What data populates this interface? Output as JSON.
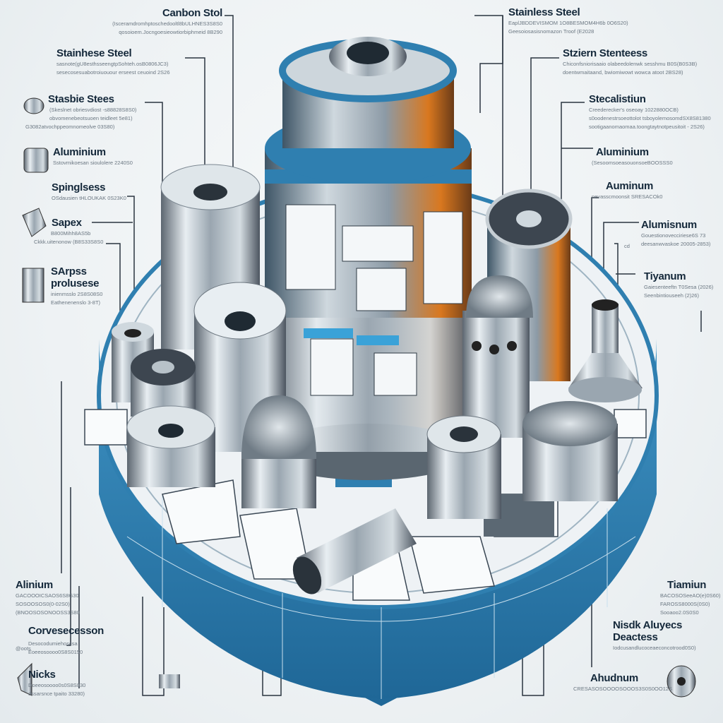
{
  "left_labels": [
    {
      "title": "Canbon Stol",
      "lines": [
        "(Isceramdromhptoschedooltl8bULHNES3S8S0",
        "qosoioem.Jocngoesieowtiorbiphmeid 8B290"
      ]
    },
    {
      "title": "Stainhese Steel",
      "lines": [
        "sasnote(gU8esthsseengtpSohteh.osB0806JC3)",
        "sesecosesuabotroiuouour erseest ceuoind 2S26"
      ]
    },
    {
      "title": "Stasbie Stees",
      "lines": [
        "(Skeslnet obriesvdiost -s88828S8S0)",
        "obvomenebeotsuoen teidleet 5e81)",
        "G3082atvochppeomnomeolve 03S80)"
      ]
    },
    {
      "title": "Aluminium",
      "lines": [
        "Sstovmikoesan sioulolere 2240S0"
      ]
    },
    {
      "title": "Spinglsess",
      "lines": [
        "OSdausien tHLOUKAK 0S23K0"
      ]
    },
    {
      "title": "Sapex",
      "lines": [
        "B800Mihh8AS5b",
        "Ckkk.uitenonow (B8S33S8S0"
      ]
    },
    {
      "title": "SArpss",
      "title2": "prolusese",
      "lines": [
        "inienmsslo 2S8S08S0",
        "Eathenenenslo 3-8T)"
      ]
    },
    {
      "title": "Alinium",
      "lines": [
        "GACOOOICSAOS6S8G30",
        "SOSOOSOS0(0-02S0)",
        "(BNOOSOSONOOSS3S80"
      ]
    },
    {
      "title": "Corvesecesson",
      "lines": [
        "Desocodumiehoscsa",
        "Eoeeosoooo0S8S0150"
      ],
      "aside": "@oots"
    },
    {
      "title": "Nicks",
      "lines": [
        "Doeeosoooo0s0S8S030",
        "dssarsnce tpaito 33280)"
      ]
    }
  ],
  "right_labels": [
    {
      "title": "Stainless Steel",
      "lines": [
        "EaplJBDDEVISMOM 1O8BESMOM4H6b 0O6S20)",
        "Geesoiosasisnomazon Troof (E2028"
      ]
    },
    {
      "title": "Stziern Stenteess",
      "lines": [
        "Chiconfsniorisaaio olabeedolenwk sesshmu B0S(B0S3B)",
        "doentwmaitaand, bwiomiwowt wowca atoot 2BS28)"
      ]
    },
    {
      "title": "Stecalistiun",
      "lines": [
        "Creederecker's oseoay 1022880OCB)",
        "s0oodenestrsoeottolot tsboyolemosomdSX8S81380",
        "sootigaanomaomaa.toongtaytnotpeusitoit - 2S26)"
      ]
    },
    {
      "title": "Aluminium",
      "lines": [
        "(SesoomsoeasouonsoeBOOSSS0"
      ]
    },
    {
      "title": "Auminum",
      "lines": [
        "nevasscmoonsit SRESACOk0"
      ]
    },
    {
      "title": "Alumisnum",
      "lines": [
        "Gouestionovecciriese6S 73",
        "deesanwvaskoe 20005-2853)"
      ],
      "aside": "cd"
    },
    {
      "title": "Tiyanum",
      "lines": [
        "Gaiesenteeftn T0Sesa (2026)",
        "Seenbintiouseeh (2)26)"
      ]
    },
    {
      "title": "Tiamiun",
      "lines": [
        "BACOSOSeeAO(e)0S60)",
        "FAROSS8000S(0S0)",
        "Sooaoo2.0S0S0"
      ]
    },
    {
      "title": "Nisdk Aluyecs",
      "title2": "Deactess",
      "lines": [
        "Iodcusandlucoceaeconcotrood0S0)"
      ]
    },
    {
      "title": "Ahudnum",
      "lines": [
        "CRESASOSOOOOSOOOS3S0S0OO12S"
      ]
    }
  ],
  "colors": {
    "platform_blue": "#2f7fb0",
    "platform_top": "#e9edf0",
    "steel": "#9aa6b0",
    "accent_orange": "#d9781f",
    "heading": "#14283a"
  }
}
